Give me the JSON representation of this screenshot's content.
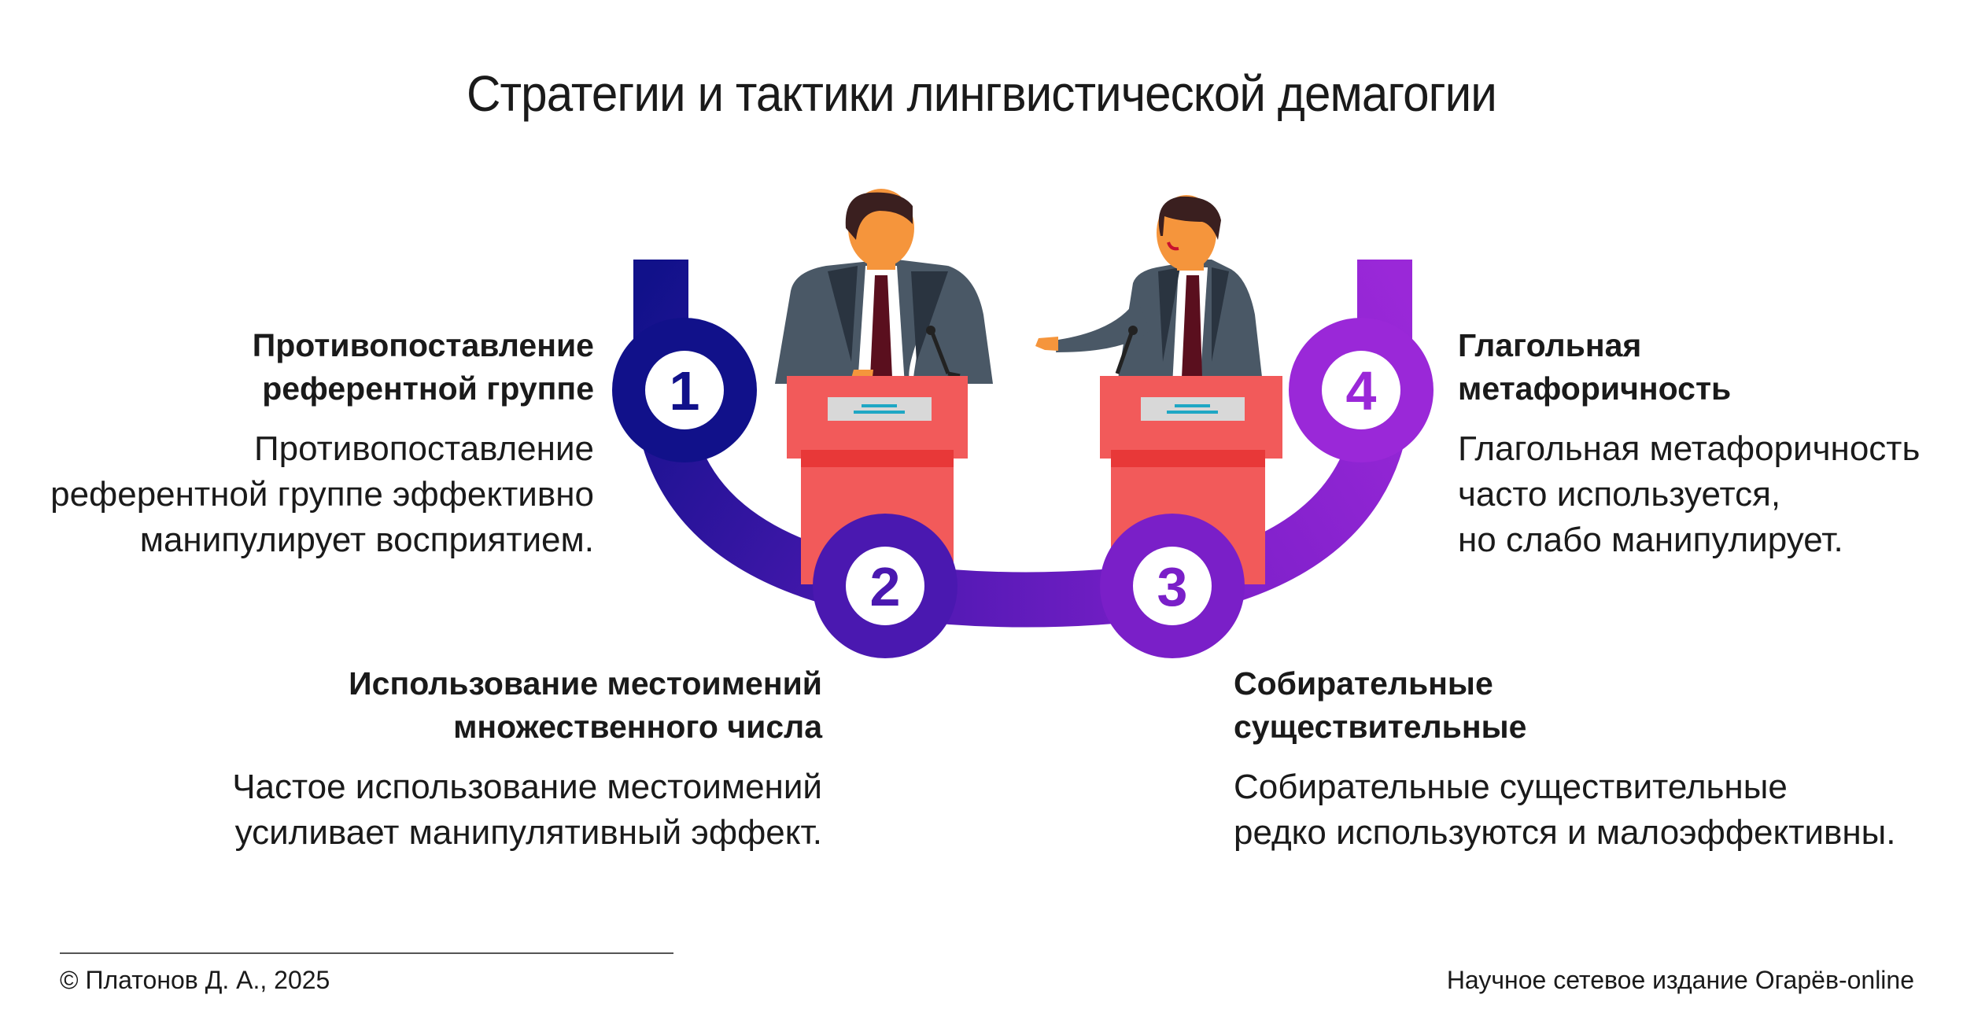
{
  "title": "Стратегии и тактики лингвистической демагогии",
  "colors": {
    "step1": "#11118a",
    "step2": "#4a18b0",
    "step3": "#7a1fc8",
    "step4": "#9a28d8",
    "podium": "#f25a5a",
    "suit": "#4a5866",
    "skin": "#f5953c",
    "hair": "#3a1f1f",
    "tie": "#5a0f1e"
  },
  "steps": [
    {
      "number": "1",
      "heading": [
        "Противопоставление",
        "референтной группе"
      ],
      "text": [
        "Противопоставление",
        "референтной группе эффективно",
        "манипулирует восприятием."
      ]
    },
    {
      "number": "2",
      "heading": [
        "Использование местоимений",
        "множественного числа"
      ],
      "text": [
        "Частое использование местоимений",
        "усиливает манипулятивный эффект."
      ]
    },
    {
      "number": "3",
      "heading": [
        "Собирательные",
        "существительные"
      ],
      "text": [
        "Собирательные существительные",
        "редко используются и малоэффективны."
      ]
    },
    {
      "number": "4",
      "heading": [
        "Глагольная",
        "метафоричность"
      ],
      "text": [
        "Глагольная метафоричность",
        "часто используется,",
        "но слабо манипулирует."
      ]
    }
  ],
  "footer": {
    "left": "© Платонов Д. А., 2025",
    "right": "Научное сетевое издание Огарёв-online"
  }
}
